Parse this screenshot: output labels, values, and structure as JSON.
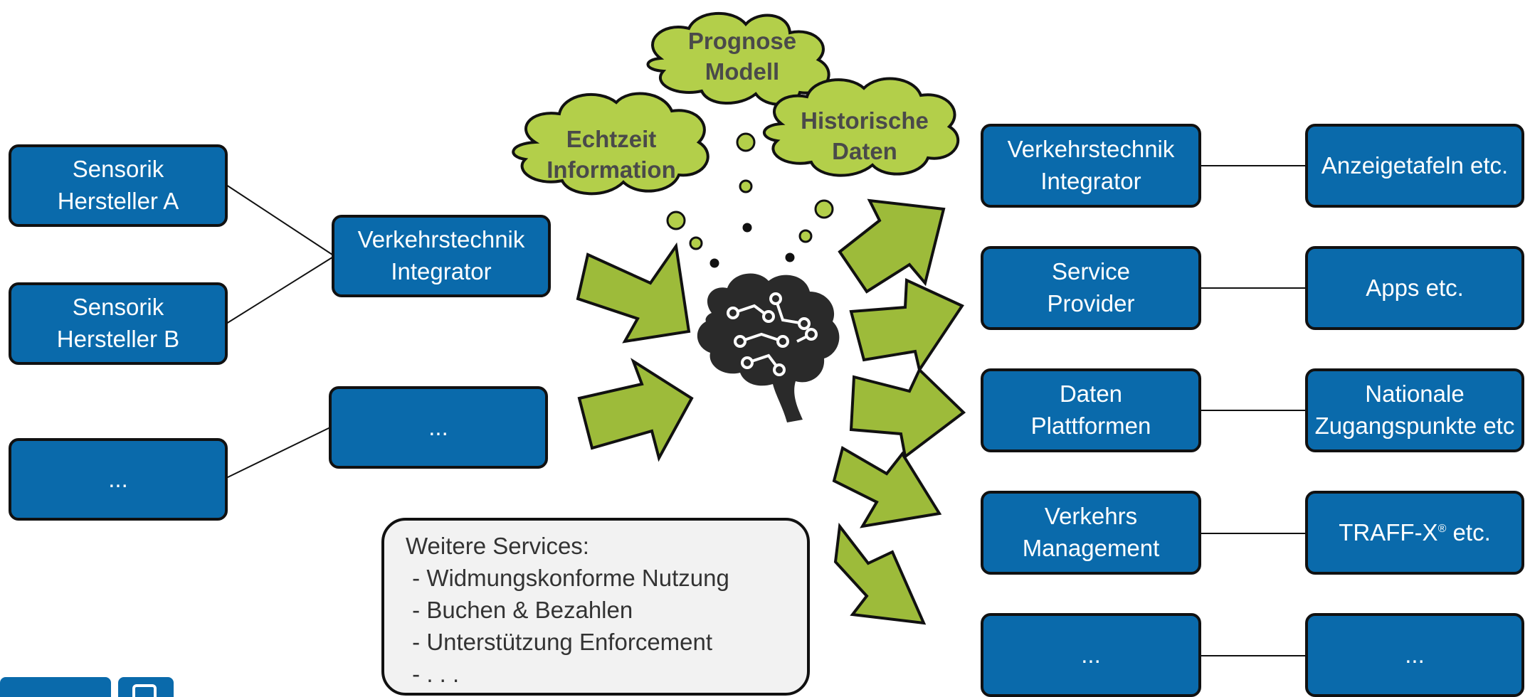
{
  "left_sources": [
    {
      "label": "Sensorik\nHersteller A"
    },
    {
      "label": "Sensorik\nHersteller B"
    },
    {
      "label": "..."
    }
  ],
  "integrators": [
    {
      "label": "Verkehrstechnik\nIntegrator"
    },
    {
      "label": "..."
    }
  ],
  "clouds": [
    {
      "label": "Prognose\nModell"
    },
    {
      "label": "Echtzeit\nInformation"
    },
    {
      "label": "Historische\nDaten"
    }
  ],
  "outputs": [
    {
      "label": "Verkehrstechnik\nIntegrator",
      "target": "Anzeigetafeln etc."
    },
    {
      "label": "Service\nProvider",
      "target": "Apps etc."
    },
    {
      "label": "Daten\nPlattformen",
      "target": "Nationale\nZugangspunkte etc"
    },
    {
      "label": "Verkehrs\nManagement",
      "target_main": "TRAFF-X",
      "target_sup": "®",
      "target_rest": " etc."
    },
    {
      "label": "...",
      "target": "..."
    }
  ],
  "services": {
    "title": "Weitere Services:",
    "items": [
      " - Widmungskonforme Nutzung",
      " - Buchen & Bezahlen",
      " - Unterstützung Enforcement",
      " - . . ."
    ]
  },
  "colors": {
    "box_fill": "#0a6aab",
    "box_border": "#111111",
    "arrow_fill": "#9dbb3a",
    "cloud_fill": "#b3cf4a",
    "cloud_text": "#4a4a4a",
    "services_fill": "#f2f2f2"
  },
  "icons": {
    "center": "brain-circuit-icon",
    "bottom_left": "partial-logo-icon"
  }
}
